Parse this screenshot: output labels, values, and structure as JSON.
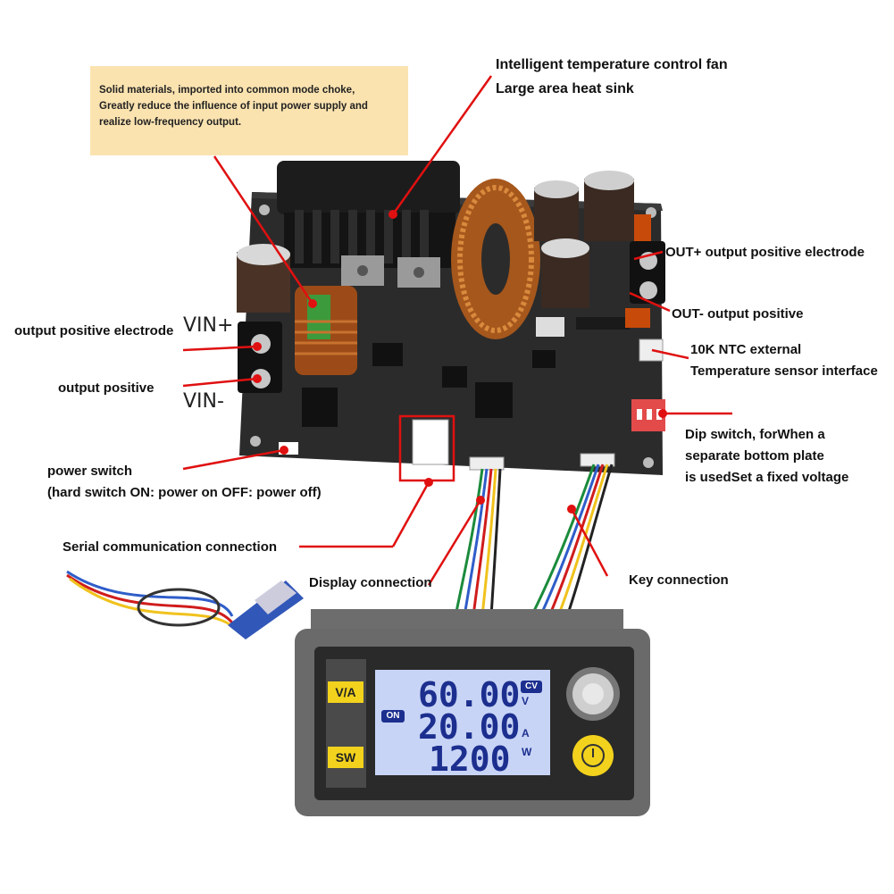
{
  "note": {
    "line1": "Solid materials, imported into common mode choke,",
    "line2": "Greatly reduce the influence of input power supply and",
    "line3": "realize low-frequency output."
  },
  "labels": {
    "fan1": "Intelligent temperature control fan",
    "fan2": "Large area heat sink",
    "out_pos": "OUT+ output positive electrode",
    "out_neg": "OUT- output positive",
    "ntc1": "10K NTC external",
    "ntc2": "Temperature sensor interface",
    "dip1": "Dip switch, forWhen a",
    "dip2": "separate bottom plate",
    "dip3": "is usedSet a fixed voltage",
    "in_pos": "output positive electrode",
    "in_neg": "output positive",
    "vin_plus": "VIN+",
    "vin_minus": "VIN-",
    "power1": "power switch",
    "power2": "(hard switch ON: power on OFF: power off)",
    "serial": "Serial communication connection",
    "display": "Display connection",
    "key": "Key connection"
  },
  "display": {
    "btn_va": "V/A",
    "btn_sw": "SW",
    "on_badge": "ON",
    "cv_badge": "CV",
    "voltage": "60.00",
    "current": "20.00",
    "power": "1200",
    "unit_v": "V",
    "unit_a": "A",
    "unit_w": "W"
  },
  "colors": {
    "leader": "#e01010",
    "note_bg": "#fbe3b0",
    "lcd": "#c8d4f6",
    "lcd_text": "#1c2f8f",
    "button_yellow": "#f2d21d"
  }
}
